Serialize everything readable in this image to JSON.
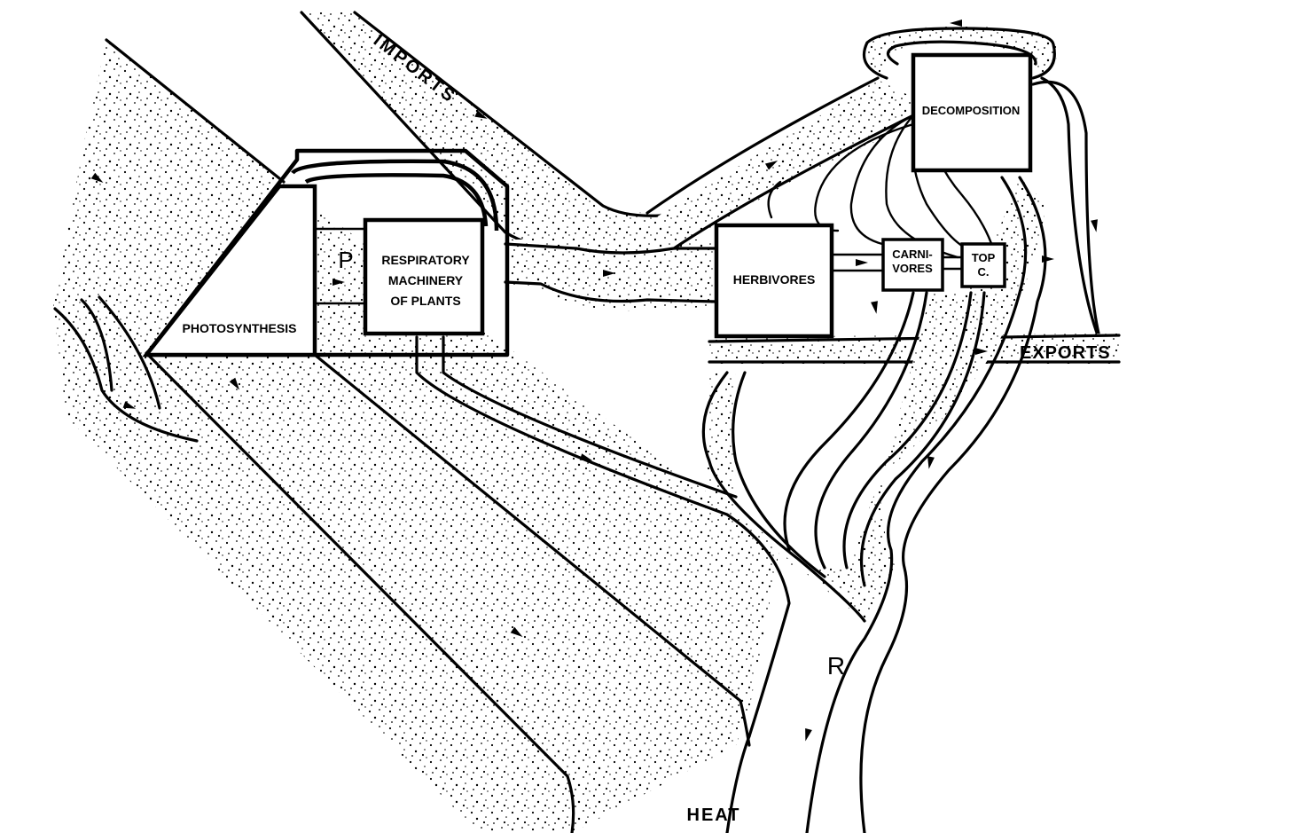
{
  "labels": {
    "imports": "IMPORTS",
    "photosynthesis": "PHOTOSYNTHESIS",
    "p": "P",
    "respiratory_line1": "RESPIRATORY",
    "respiratory_line2": "MACHINERY",
    "respiratory_line3": "OF PLANTS",
    "herbivores": "HERBIVORES",
    "carnivores_line1": "CARNI-",
    "carnivores_line2": "VORES",
    "top_c_line1": "TOP",
    "top_c_line2": "C.",
    "decomposition": "DECOMPOSITION",
    "exports": "EXPORTS",
    "r": "R",
    "heat": "HEAT"
  },
  "colors": {
    "ink": "#000000",
    "paper": "#ffffff"
  },
  "icons": [
    "flow-arrow-icon"
  ]
}
